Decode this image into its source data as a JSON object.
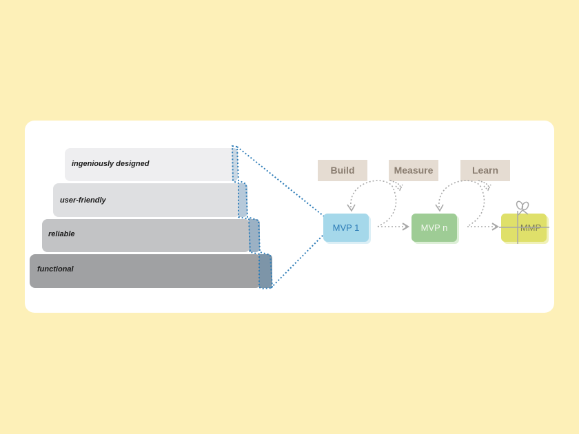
{
  "pyramid": {
    "layers": [
      {
        "label": "ingeniously designed"
      },
      {
        "label": "user-friendly"
      },
      {
        "label": "reliable"
      },
      {
        "label": "functional"
      }
    ]
  },
  "cycle": {
    "steps": [
      {
        "label": "Build"
      },
      {
        "label": "Measure"
      },
      {
        "label": "Learn"
      }
    ],
    "nodes": [
      {
        "label": "MVP 1",
        "color": "#A5D8EA",
        "text_color": "#2C7BB6"
      },
      {
        "label": "MVP n",
        "color": "#9ECC95",
        "text_color": "#F2F7EE"
      },
      {
        "label": "MMP",
        "color": "#DFE06A",
        "text_color": "#7A7A55"
      }
    ]
  },
  "colors": {
    "background": "#FDF0B8",
    "card": "#FFFFFF",
    "dotted_outline": "#2E7DB8",
    "arrow": "#A8A8A8"
  }
}
